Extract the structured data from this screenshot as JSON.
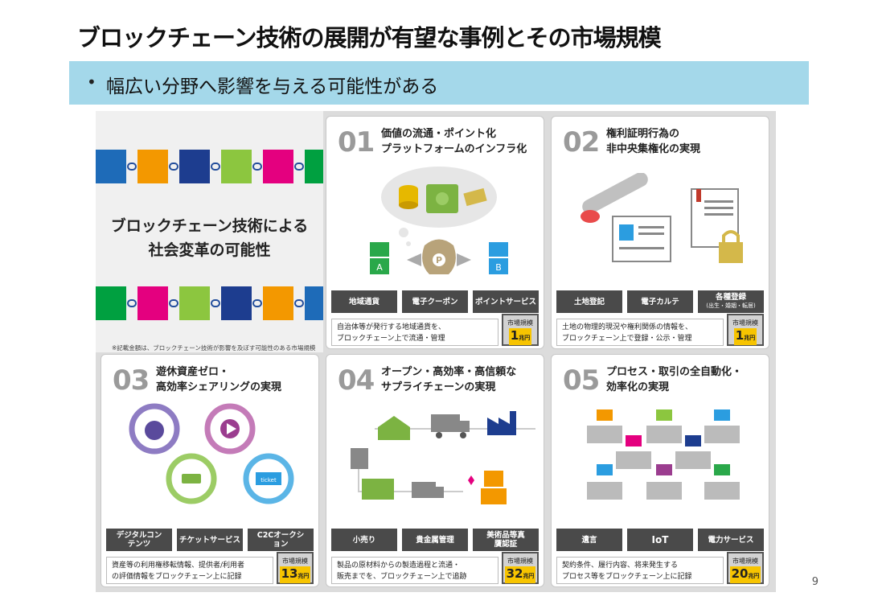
{
  "title": "ブロックチェーン技術の展開が有望な事例とその市場規模",
  "bullet": {
    "marker": "•",
    "text": "幅広い分野へ影響を与える可能性がある"
  },
  "intro": {
    "lines": [
      "ブロックチェーン技術による",
      "社会変革の可能性"
    ],
    "note": "※記載金額は、ブロックチェーン技術が影響を及ぼす可能性のある市場規模"
  },
  "market_label": "市場規模",
  "market_unit": "兆円",
  "cards": [
    {
      "num": "01",
      "title": [
        "価値の流通・ポイント化",
        "プラットフォームのインフラ化"
      ],
      "tags": [
        "地域通貨",
        "電子クーポン",
        "ポイントサービス"
      ],
      "tag_sub": [
        "",
        "",
        ""
      ],
      "desc": [
        "自治体等が発行する地域通貨を、",
        "ブロックチェーン上で流通・管理"
      ],
      "market": "1",
      "labels": {
        "a": "A",
        "b": "B",
        "p": "P"
      }
    },
    {
      "num": "02",
      "title": [
        "権利証明行為の",
        "非中央集権化の実現"
      ],
      "tags": [
        "土地登記",
        "電子カルテ",
        "各種登録"
      ],
      "tag_sub": [
        "",
        "",
        "(出生・婚姻・転居)"
      ],
      "desc": [
        "土地の物理的現況や権利関係の情報を、",
        "ブロックチェーン上で登録・公示・管理"
      ],
      "market": "1"
    },
    {
      "num": "03",
      "title": [
        "遊休資産ゼロ・",
        "高効率シェアリングの実現"
      ],
      "tags": [
        "デジタルコンテンツ",
        "チケットサービス",
        "C2Cオークション"
      ],
      "tag_sub": [
        "",
        "",
        ""
      ],
      "desc": [
        "資産等の利用権移転情報、提供者/利用者",
        "の評価情報をブロックチェーン上に記録"
      ],
      "market": "13",
      "labels": {
        "ticket": "ticket"
      }
    },
    {
      "num": "04",
      "title": [
        "オープン・高効率・高信頼な",
        "サプライチェーンの実現"
      ],
      "tags": [
        "小売り",
        "貴金属管理",
        "美術品等真贋認証"
      ],
      "tag_sub": [
        "",
        "",
        ""
      ],
      "desc": [
        "製品の原材料からの製造過程と流通・",
        "販売までを、ブロックチェーン上で追跡"
      ],
      "market": "32"
    },
    {
      "num": "05",
      "title": [
        "プロセス・取引の全自動化・",
        "効率化の実現"
      ],
      "tags": [
        "遺言",
        "IoT",
        "電力サービス"
      ],
      "tag_sub": [
        "",
        "",
        ""
      ],
      "desc": [
        "契約条件、履行内容、将来発生する",
        "プロセス等をブロックチェーン上に記録"
      ],
      "market": "20"
    }
  ],
  "page_number": "9",
  "colors": {
    "bar": "#a4d8ea",
    "num": "#9a9a9a",
    "tag": "#4a4a4a",
    "market_value": "#f7c400",
    "blocks": [
      "#1e6bb8",
      "#f39800",
      "#1d3d8f",
      "#8cc63f",
      "#e4007f",
      "#00a040"
    ]
  }
}
